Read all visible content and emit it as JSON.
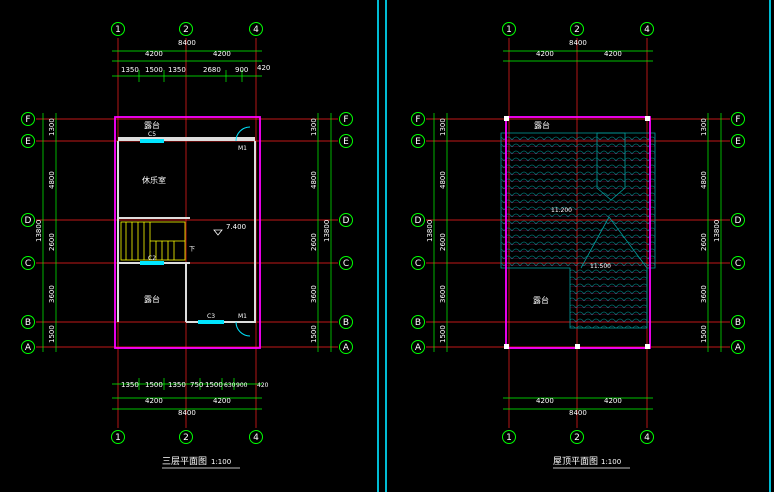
{
  "colors": {
    "background": "#000000",
    "frame": "#00bcd4",
    "axis_line": "#ff2020",
    "dimension_line": "#00ff00",
    "wall": "#ff00ff",
    "window": "#00e5ff",
    "roof_tile": "#00a0a0",
    "stair": "#ffff00",
    "text": "#ffffff"
  },
  "sheet1": {
    "title": "三层平面图",
    "scale": "1:100",
    "top_axes": [
      "1",
      "2",
      "4"
    ],
    "bottom_axes": [
      "1",
      "2",
      "4"
    ],
    "side_axes": [
      "F",
      "E",
      "D",
      "C",
      "B",
      "A"
    ],
    "overall": "8400",
    "halves": [
      "4200",
      "4200"
    ],
    "top_segments": [
      "1350",
      "1500",
      "1350",
      "2680",
      "900"
    ],
    "top_end": "420",
    "bottom_segments": [
      "1350",
      "1500",
      "1350",
      "750",
      "1500",
      "630",
      "900"
    ],
    "bottom_end": "420",
    "side_segments": [
      "1300",
      "4800",
      "2600",
      "3600",
      "1500"
    ],
    "side_total": "13800",
    "rooms": {
      "terrace_top": "露台",
      "activity": "休乐室",
      "terrace_bottom": "露台"
    },
    "tags": {
      "c5": "C5",
      "c2": "C2",
      "c3": "C3",
      "m1a": "M1",
      "m1b": "M1"
    },
    "elevation": "7.400",
    "stair_mark": "下"
  },
  "sheet2": {
    "title": "屋顶平面图",
    "scale": "1:100",
    "top_axes": [
      "1",
      "2",
      "4"
    ],
    "bottom_axes": [
      "1",
      "2",
      "4"
    ],
    "side_axes": [
      "F",
      "E",
      "D",
      "C",
      "B",
      "A"
    ],
    "overall": "8400",
    "halves": [
      "4200",
      "4200"
    ],
    "side_segments": [
      "1300",
      "4800",
      "2600",
      "3600",
      "1500"
    ],
    "side_total": "13800",
    "rooms": {
      "terrace_top": "露台",
      "terrace_bottom": "露台"
    },
    "elevations": [
      "11.200",
      "11.500"
    ]
  }
}
